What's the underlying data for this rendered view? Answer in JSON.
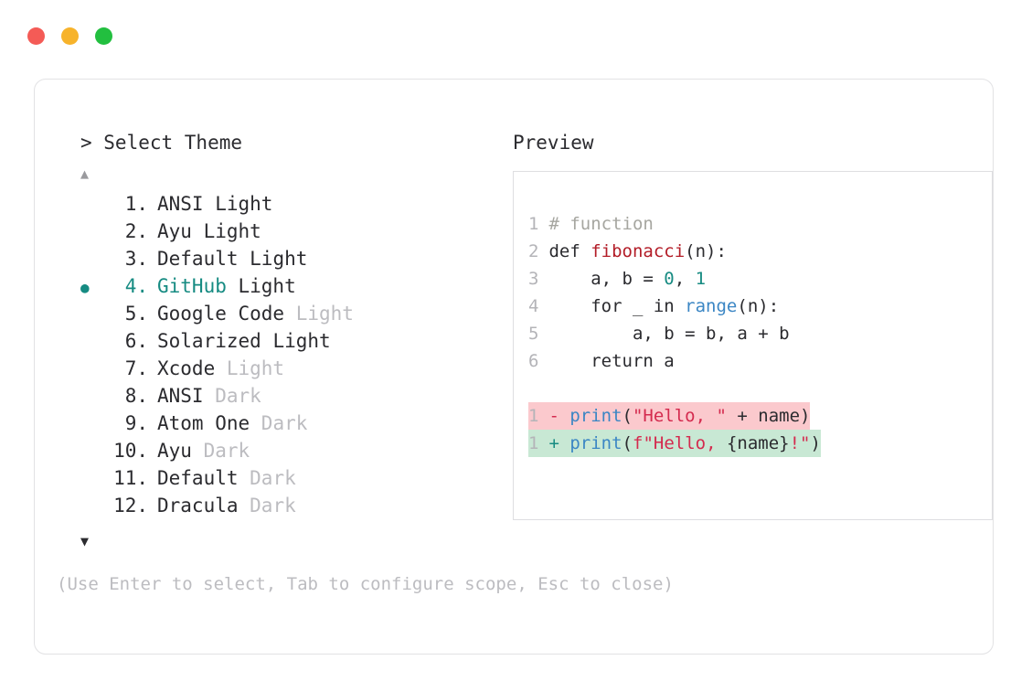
{
  "window": {
    "dots": [
      {
        "name": "close",
        "color": "#f45b56"
      },
      {
        "name": "minimize",
        "color": "#f7b32b"
      },
      {
        "name": "maximize",
        "color": "#22bf3f"
      }
    ]
  },
  "prompt": {
    "heading": "> Select Theme",
    "scroll_up_glyph": "▲",
    "scroll_down_glyph": "▼",
    "selected_index": 4,
    "bullet_glyph": "●"
  },
  "themes": [
    {
      "num": "1.",
      "name": "ANSI",
      "variant": " Light",
      "variant_dim": false,
      "selected": false
    },
    {
      "num": "2.",
      "name": "Ayu",
      "variant": " Light",
      "variant_dim": false,
      "selected": false
    },
    {
      "num": "3.",
      "name": "Default",
      "variant": " Light",
      "variant_dim": false,
      "selected": false
    },
    {
      "num": "4.",
      "name": "GitHub",
      "variant": " Light",
      "variant_dim": false,
      "selected": true
    },
    {
      "num": "5.",
      "name": "Google Code",
      "variant": " Light",
      "variant_dim": true,
      "selected": false
    },
    {
      "num": "6.",
      "name": "Solarized",
      "variant": " Light",
      "variant_dim": false,
      "selected": false
    },
    {
      "num": "7.",
      "name": "Xcode",
      "variant": " Light",
      "variant_dim": true,
      "selected": false
    },
    {
      "num": "8.",
      "name": "ANSI",
      "variant": " Dark",
      "variant_dim": true,
      "selected": false
    },
    {
      "num": "9.",
      "name": "Atom One",
      "variant": " Dark",
      "variant_dim": true,
      "selected": false
    },
    {
      "num": "10.",
      "name": "Ayu",
      "variant": " Dark",
      "variant_dim": true,
      "selected": false
    },
    {
      "num": "11.",
      "name": "Default",
      "variant": " Dark",
      "variant_dim": true,
      "selected": false
    },
    {
      "num": "12.",
      "name": "Dracula",
      "variant": " Dark",
      "variant_dim": true,
      "selected": false
    }
  ],
  "preview": {
    "heading": "Preview",
    "code_lines": [
      {
        "ln": "1",
        "tokens": [
          {
            "t": "# function",
            "c": "comment"
          }
        ]
      },
      {
        "ln": "2",
        "tokens": [
          {
            "t": "def ",
            "c": "kw"
          },
          {
            "t": "fibonacci",
            "c": "fn-def"
          },
          {
            "t": "(n):",
            "c": "plain"
          }
        ]
      },
      {
        "ln": "3",
        "tokens": [
          {
            "t": "    a, b = ",
            "c": "plain"
          },
          {
            "t": "0",
            "c": "num"
          },
          {
            "t": ", ",
            "c": "plain"
          },
          {
            "t": "1",
            "c": "num"
          }
        ]
      },
      {
        "ln": "4",
        "tokens": [
          {
            "t": "    for _ in ",
            "c": "plain"
          },
          {
            "t": "range",
            "c": "builtin"
          },
          {
            "t": "(n):",
            "c": "plain"
          }
        ]
      },
      {
        "ln": "5",
        "tokens": [
          {
            "t": "        a, b = b, a + b",
            "c": "plain"
          }
        ]
      },
      {
        "ln": "6",
        "tokens": [
          {
            "t": "    return a",
            "c": "plain"
          }
        ]
      }
    ],
    "diff_lines": [
      {
        "ln": "1",
        "kind": "del",
        "marker": "-",
        "tokens": [
          {
            "t": "print",
            "c": "builtin"
          },
          {
            "t": "(",
            "c": "plain"
          },
          {
            "t": "\"Hello, \"",
            "c": "str"
          },
          {
            "t": " + name)",
            "c": "plain"
          }
        ]
      },
      {
        "ln": "1",
        "kind": "add",
        "marker": "+",
        "tokens": [
          {
            "t": "print",
            "c": "builtin"
          },
          {
            "t": "(",
            "c": "plain"
          },
          {
            "t": "f",
            "c": "str"
          },
          {
            "t": "\"Hello, ",
            "c": "str"
          },
          {
            "t": "{name}",
            "c": "plain"
          },
          {
            "t": "!\"",
            "c": "str"
          },
          {
            "t": ")",
            "c": "plain"
          }
        ]
      }
    ]
  },
  "footer": {
    "hint": "(Use Enter to select, Tab to configure scope, Esc to close)"
  }
}
